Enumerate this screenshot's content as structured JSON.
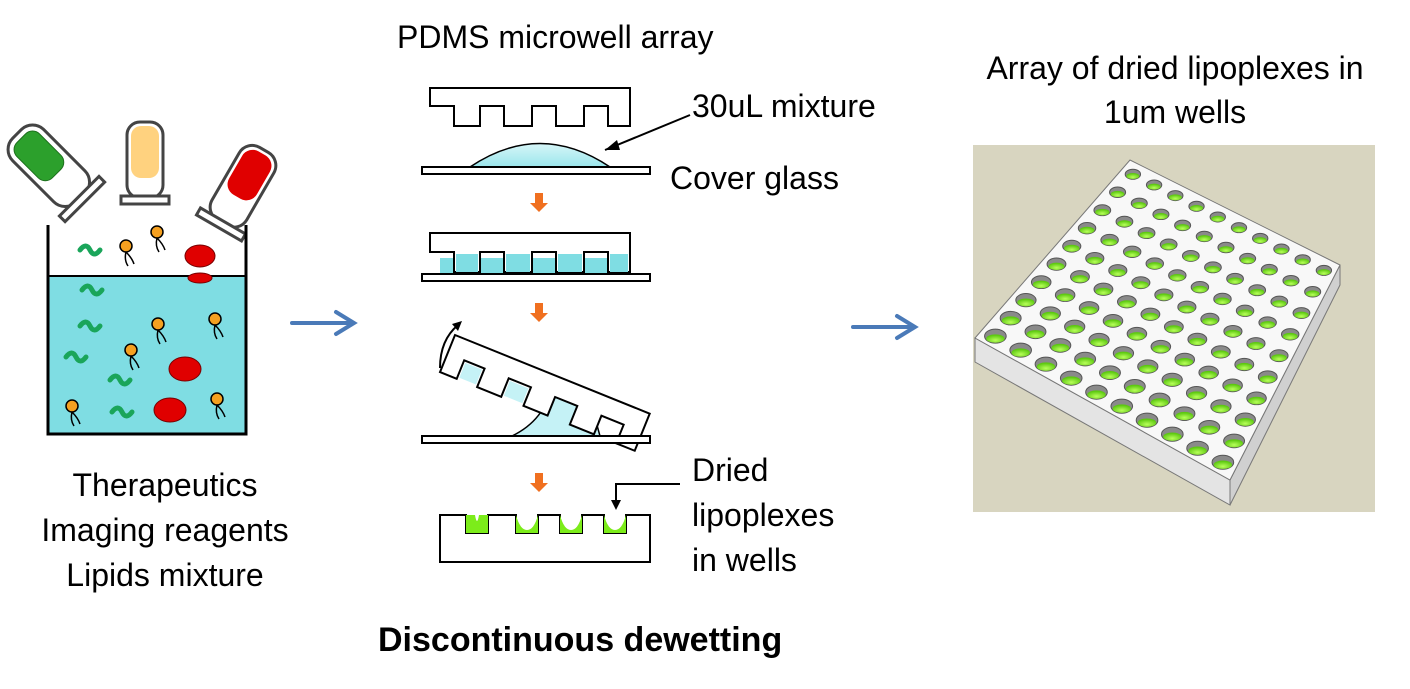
{
  "labels": {
    "pdms_array": "PDMS microwell array",
    "mixture": "30uL mixture",
    "cover_glass": "Cover glass",
    "dried_line1": "Dried",
    "dried_line2": "lipoplexes",
    "dried_line3": "in wells",
    "array_line1": "Array of dried lipoplexes in",
    "array_line2": "1um wells",
    "mix_line1": "Therapeutics",
    "mix_line2": "Imaging reagents",
    "mix_line3": "Lipids mixture",
    "process": "Discontinuous dewetting"
  },
  "colors": {
    "liquid": "#7fdde3",
    "liquid_light": "#c5f2f6",
    "vial_green": "#2ca02c",
    "vial_yellow": "#ffd27f",
    "vial_red": "#e00000",
    "worm": "#1aa55a",
    "lipid": "#f5a020",
    "red_particle": "#e00000",
    "arrow_blue": "#4a7ab8",
    "arrow_orange": "#f07020",
    "well_green": "#7cec1a",
    "array_bg": "#d8d5c0",
    "block_top": "#f8f8f8",
    "block_side": "#e4e4e4"
  }
}
